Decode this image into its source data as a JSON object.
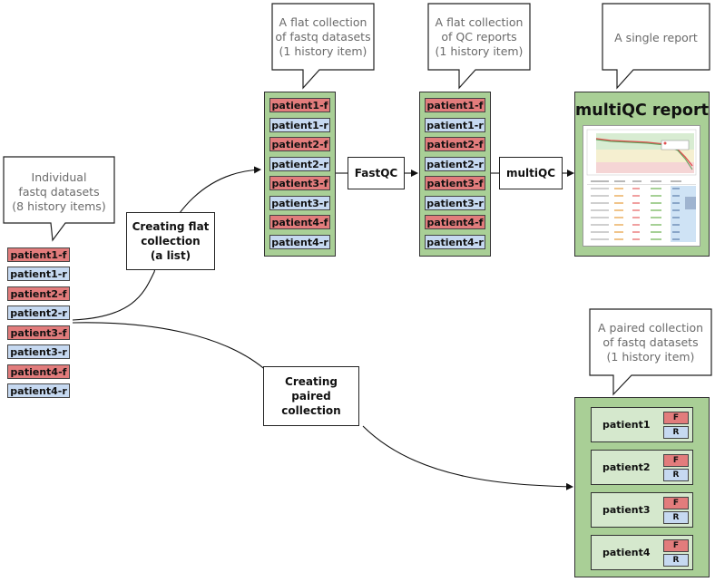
{
  "callouts": {
    "individual": [
      "Individual",
      "fastq datasets",
      "(8 history items)"
    ],
    "flat_fastq": [
      "A flat collection",
      "of fastq datasets",
      "(1 history item)"
    ],
    "flat_qc": [
      "A flat collection",
      "of QC reports",
      "(1 history item)"
    ],
    "single_report": [
      "A single report"
    ],
    "paired": [
      "A paired collection",
      "of fastq datasets",
      "(1 history item)"
    ]
  },
  "datasets": [
    "patient1-f",
    "patient1-r",
    "patient2-f",
    "patient2-r",
    "patient3-f",
    "patient3-r",
    "patient4-f",
    "patient4-r"
  ],
  "steps": {
    "flat": [
      "Creating flat",
      "collection",
      "(a list)"
    ],
    "paired": [
      "Creating",
      "paired",
      "collection"
    ],
    "fastqc": "FastQC",
    "multiqc": "multiQC"
  },
  "flat_fastq_items": [
    "patient1-f",
    "patient1-r",
    "patient2-f",
    "patient2-r",
    "patient3-f",
    "patient3-r",
    "patient4-f",
    "patient4-r"
  ],
  "flat_qc_items": [
    "patient1-f",
    "patient1-r",
    "patient2-f",
    "patient2-r",
    "patient3-f",
    "patient3-r",
    "patient4-f",
    "patient4-r"
  ],
  "report": {
    "title": "multiQC report"
  },
  "paired_items": [
    {
      "name": "patient1",
      "f": "F",
      "r": "R"
    },
    {
      "name": "patient2",
      "f": "F",
      "r": "R"
    },
    {
      "name": "patient3",
      "f": "F",
      "r": "R"
    },
    {
      "name": "patient4",
      "f": "F",
      "r": "R"
    }
  ],
  "colors": {
    "forward": "#e27c7c",
    "reverse": "#c6d9f1",
    "collection": "#a9cf96",
    "pair_box": "#d5e8cd"
  }
}
